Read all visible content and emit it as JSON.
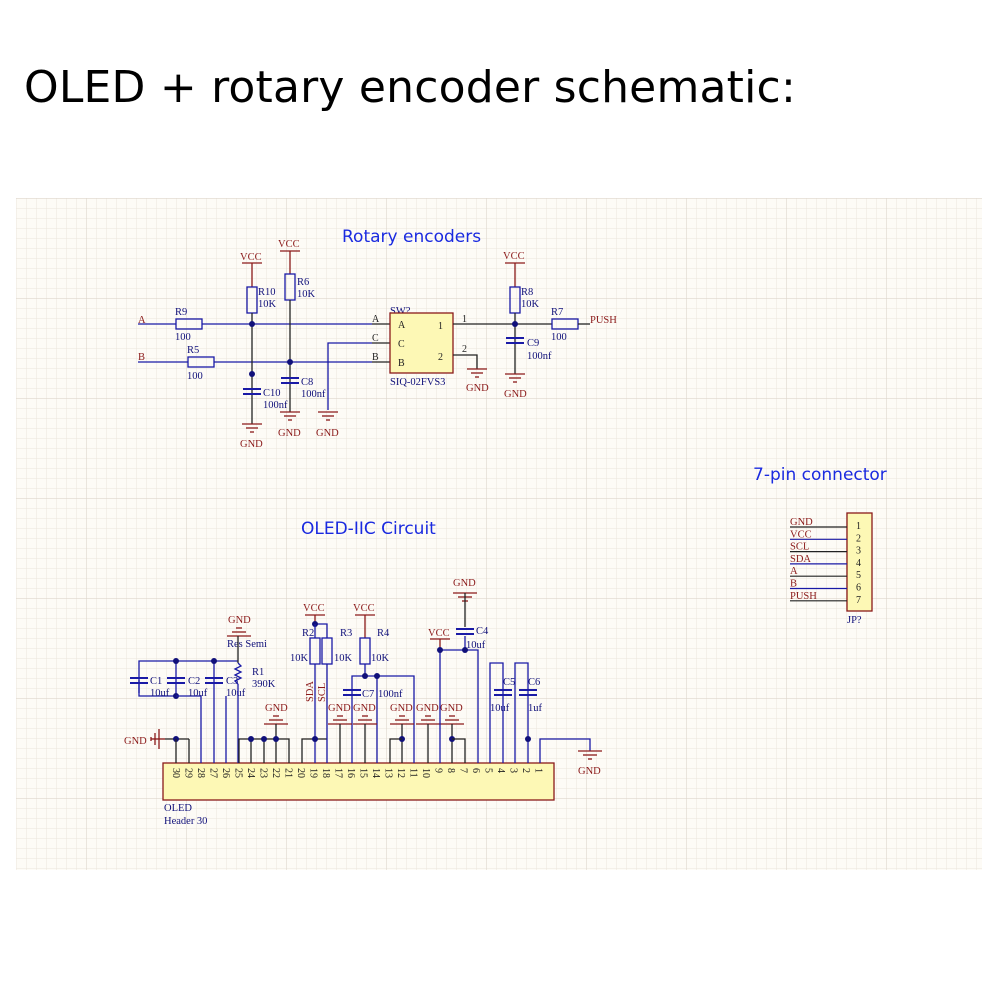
{
  "page_title": "OLED + rotary encoder schematic:",
  "sections": {
    "rotary": "Rotary encoders",
    "oled": "OLED-IIC Circuit",
    "connector": "7-pin connector"
  },
  "power": {
    "vcc": "VCC",
    "gnd": "GND"
  },
  "rotary": {
    "inputs": {
      "a": "A",
      "b": "B"
    },
    "r9": {
      "ref": "R9",
      "value": "100"
    },
    "r5": {
      "ref": "R5",
      "value": "100"
    },
    "r10": {
      "ref": "R10",
      "value": "10K"
    },
    "r6": {
      "ref": "R6",
      "value": "10K"
    },
    "c10": {
      "ref": "C10",
      "value": "100nf"
    },
    "c8": {
      "ref": "C8",
      "value": "100nf"
    },
    "switch": {
      "ref": "SW?",
      "part": "SIQ-02FVS3",
      "pins_left": [
        "A",
        "C",
        "B"
      ],
      "pins_right": [
        "1",
        "2"
      ],
      "net_left": [
        "A",
        "C",
        "B"
      ],
      "net_right": [
        "1",
        "2"
      ]
    },
    "r8": {
      "ref": "R8",
      "value": "10K"
    },
    "r7": {
      "ref": "R7",
      "value": "100"
    },
    "c9": {
      "ref": "C9",
      "value": "100nf"
    },
    "push": "PUSH"
  },
  "connector": {
    "ref": "JP?",
    "pins": [
      {
        "num": "1",
        "net": "GND"
      },
      {
        "num": "2",
        "net": "VCC"
      },
      {
        "num": "3",
        "net": "SCL"
      },
      {
        "num": "4",
        "net": "SDA"
      },
      {
        "num": "5",
        "net": "A"
      },
      {
        "num": "6",
        "net": "B"
      },
      {
        "num": "7",
        "net": "PUSH"
      }
    ]
  },
  "oled": {
    "ref": "OLED",
    "part": "Header 30",
    "pins": [
      "30",
      "29",
      "28",
      "27",
      "26",
      "25",
      "24",
      "23",
      "22",
      "21",
      "20",
      "19",
      "18",
      "17",
      "16",
      "15",
      "14",
      "13",
      "12",
      "11",
      "10",
      "9",
      "8",
      "7",
      "6",
      "5",
      "4",
      "3",
      "2",
      "1"
    ],
    "c1": {
      "ref": "C1",
      "value": "10uf"
    },
    "c2": {
      "ref": "C2",
      "value": "10uf"
    },
    "c3": {
      "ref": "C3",
      "value": "10uf"
    },
    "r1": {
      "ref": "R1",
      "value": "390K",
      "note": "Res Semi"
    },
    "r2": {
      "ref": "R2",
      "value": "10K"
    },
    "r3": {
      "ref": "R3",
      "value": "10K"
    },
    "r4": {
      "ref": "R4",
      "value": "10K"
    },
    "c7": {
      "ref": "C7",
      "value": "100nf"
    },
    "c4": {
      "ref": "C4",
      "value": "10uf"
    },
    "c5": {
      "ref": "C5",
      "value": "10uf"
    },
    "c6": {
      "ref": "C6",
      "value": "1uf"
    },
    "sda": "SDA",
    "scl": "SCL"
  }
}
